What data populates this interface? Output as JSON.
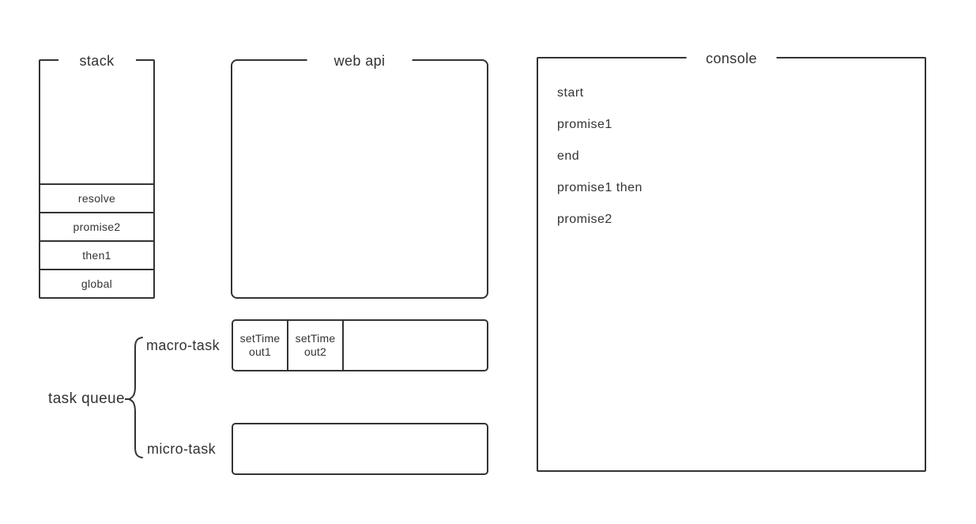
{
  "colors": {
    "ink": "#333333",
    "background": "#ffffff"
  },
  "stack": {
    "title": "stack",
    "items": [
      "resolve",
      "promise2",
      "then1",
      "global"
    ]
  },
  "web_api": {
    "title": "web api"
  },
  "console": {
    "title": "console",
    "lines": [
      "start",
      "promise1",
      "end",
      "promise1 then",
      "promise2"
    ]
  },
  "task_queue": {
    "label": "task queue",
    "macro": {
      "label": "macro-task",
      "items": [
        "setTime\nout1",
        "setTime\nout2"
      ]
    },
    "micro": {
      "label": "micro-task",
      "items": []
    }
  }
}
